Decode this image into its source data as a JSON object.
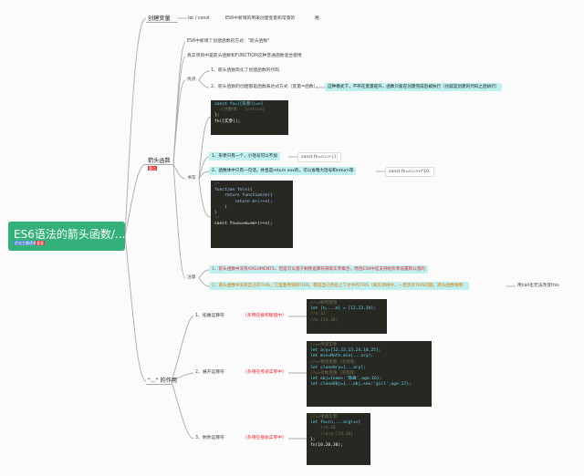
{
  "root": {
    "title": "ES6语法的箭头函数/...",
    "tags": [
      "优化主题逻辑",
      "重要"
    ]
  },
  "branches": {
    "create_var": {
      "label": "创建变量",
      "items": [
        "let / const",
        "ES6中新增的用来创建变量和常量的",
        "略"
      ]
    },
    "arrow": {
      "label": "箭头函数",
      "tag": "重点",
      "intro": [
        "ES6中新增了创建函数的方式：\"箭头函数\"",
        "真实项目中是箭头函数和FUNCTION这种普通函数混合使用"
      ],
      "pros": {
        "label": "优点",
        "items": [
          "1、箭头函数简化了创建函数的代码",
          "2、箭头函数的创建都是函数表达式方式（变量=函数），",
          "这种模式下，不存在变量提升，函数只能在创建完成后被执行（也就是创建的代码之后执行）"
        ]
      },
      "syntax": {
        "label": "书写",
        "code1": [
          "const fn=([形参])=>{",
          "  //函数体   (return)",
          "};",
          "fn([实参]);"
        ],
        "rule1": "1、形参只有一个，小括号可以不加",
        "ex1": "const fn=n=>{};",
        "rule2": "2、函数体中只有一句话，并且是return xxx的，可以省略大括号和return等",
        "ex2": "const fn=n=>n*10;",
        "code2": [
          "/*",
          "function fn(n){",
          "    return function(m){",
          "        return m+(++n);",
          "    }",
          "}",
          "*/",
          "const fn=n=>m=>m+(++n);"
        ]
      },
      "notes": {
        "label": "注意",
        "n1": "1、箭头函数中没有ARGUMENTS，但是可以基于剩余运算符获取实参集合，而且ES6中是支持给形参设置默认值的",
        "n2": "2、箭头函数中没有自己的THIS，它里面用到的THIS，都是自己所处上下文中的THIS（真实项目中，一但涉及THIS问题，箭头函数慎用）",
        "n2_side": "用call也无法改变this"
      }
    },
    "dots": {
      "label": "\"...\" 的作用",
      "items": [
        {
          "label": "1、拓展运算符",
          "hint": "（多用在解构赋值中）",
          "code": [
            "//=>解构赋值",
            "let [n,...m] = [12,23,34];",
            "//n:12",
            "//m:[23,34]"
          ]
        },
        {
          "label": "2、展开运算符",
          "hint": "（多用在传递实参中）",
          "code": [
            "//=>传递实参",
            "let ary=[12,23,13,24,10,25];",
            "let min=Math.min(...ary);",
            "//=>数组克隆（浅克隆）",
            "let cloneAry=[...ary];",
            "//=>对象克隆（浅克隆）",
            "let obj={name:'珠峰',age:16};",
            "let cloneObj={...obj,sex:'girl',age:17};"
          ]
        },
        {
          "label": "3、剩余运算符",
          "hint": "（多用在接收实参中）",
          "code": [
            "//=>接收实参",
            "let fn=(n,...arg)=>{",
            "    //n:10",
            "    //arg:[20,30]",
            "};",
            "fn(10,20,30);"
          ]
        }
      ]
    }
  },
  "colors": {
    "root": "#34b17a",
    "highlight": "#bff0f0",
    "code_bg": "#272822",
    "accent_red": "#e23",
    "accent_orange": "#e07800"
  }
}
